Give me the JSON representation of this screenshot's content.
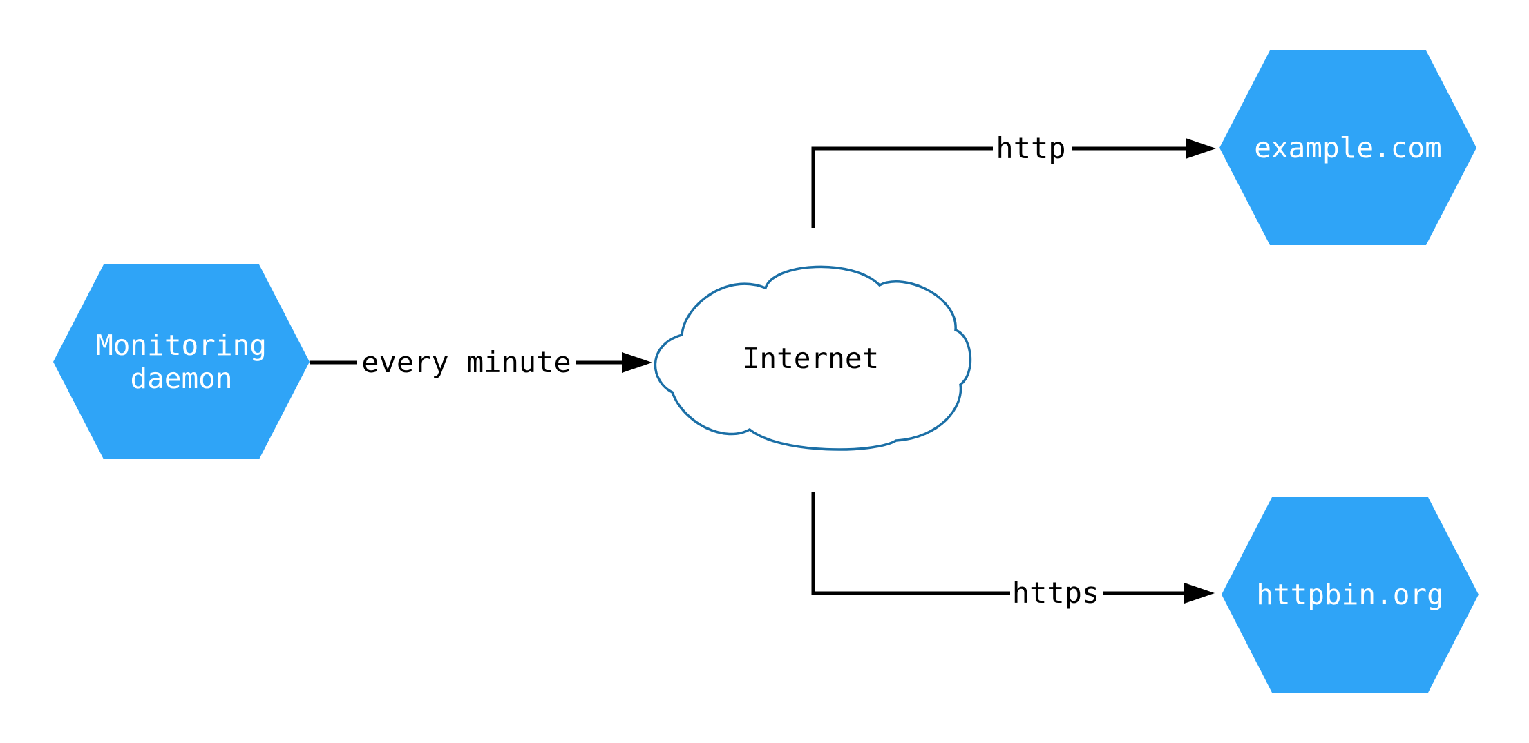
{
  "diagram": {
    "nodes": {
      "monitoring": {
        "label": "Monitoring\ndaemon",
        "shape": "hexagon"
      },
      "internet": {
        "label": "Internet",
        "shape": "cloud"
      },
      "example": {
        "label": "example.com",
        "shape": "hexagon"
      },
      "httpbin": {
        "label": "httpbin.org",
        "shape": "hexagon"
      }
    },
    "edges": [
      {
        "from": "monitoring",
        "to": "internet",
        "label": "every minute"
      },
      {
        "from": "internet",
        "to": "example",
        "label": "http"
      },
      {
        "from": "internet",
        "to": "httpbin",
        "label": "https"
      }
    ],
    "colors": {
      "node_fill": "#2FA4F7",
      "cloud_stroke": "#1B6FA6",
      "edge": "#000000",
      "node_text": "#FFFFFF",
      "label_text": "#000000",
      "background": "#FFFFFF"
    }
  }
}
